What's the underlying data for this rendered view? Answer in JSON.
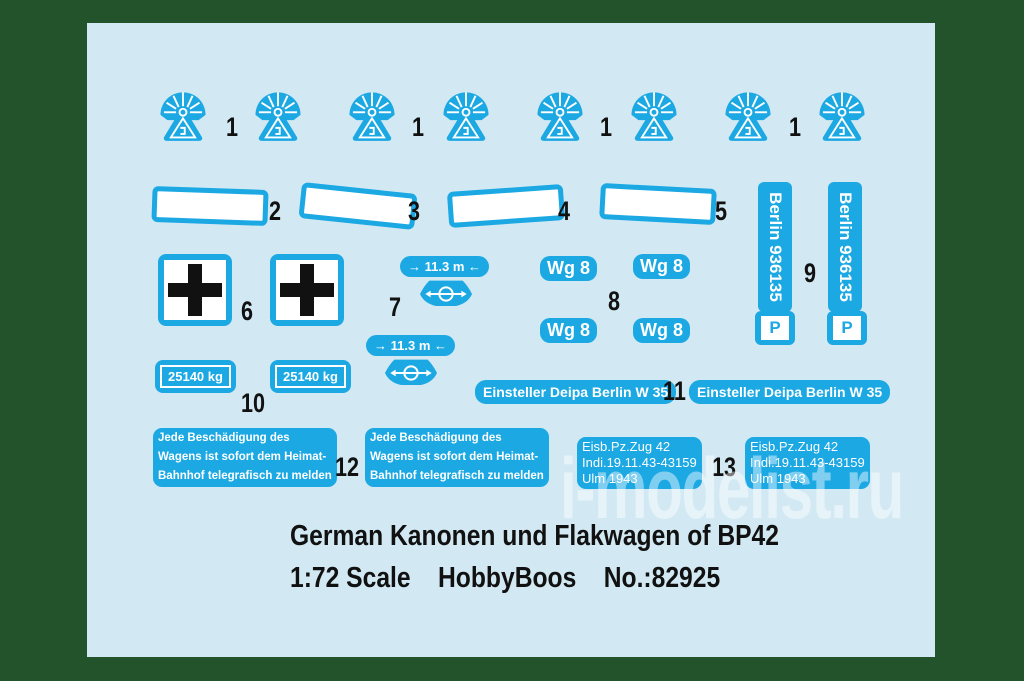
{
  "colors": {
    "background": "#22532a",
    "sheet": "#d2e9f3",
    "decal_blue": "#1ba8e3",
    "text": "#111111"
  },
  "decals": {
    "emblem_number": "1",
    "strip_numbers": [
      "2",
      "3",
      "4",
      "5"
    ],
    "cross_number": "6",
    "span_tag": "11.3 m",
    "span_number": "7",
    "wg_label": "Wg 8",
    "wg_number": "8",
    "berlin_label": "Berlin 936135",
    "berlin_p": "P",
    "berlin_number": "9",
    "weight_label": "25140 kg",
    "weight_number": "10",
    "deipa_label": "Einsteller Deipa Berlin W 35",
    "deipa_number": "11",
    "warning_lines": [
      "Jede Beschädigung  des",
      "Wagens ist sofort dem Heimat-",
      "Bahnhof telegrafisch zu melden"
    ],
    "warning_number": "12",
    "train_lines": [
      "Eisb.Pz.Zug 42",
      "Indi.19.11.43-43159",
      "Ulm 1943"
    ],
    "train_number": "13"
  },
  "title": {
    "line1": "German Kanonen und Flakwagen of BP42",
    "scale": "1:72 Scale",
    "brand": "HobbyBoos",
    "product_no": "No.:82925"
  },
  "watermark": "i-modelist.ru"
}
